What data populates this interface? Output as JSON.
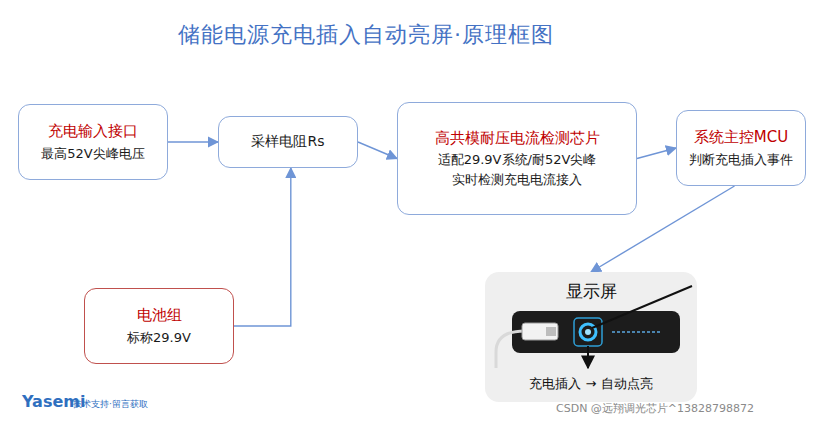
{
  "diagram": {
    "title": "储能电源充电插入自动亮屏·原理框图",
    "nodes": [
      {
        "text": [
          "充电输入接口",
          "最高52V尖峰电压"
        ]
      },
      {
        "text": [
          "采样电阻Rs"
        ]
      },
      {
        "text": [
          "高共模耐压电流检测芯片",
          "适配29.9V系统/耐52V尖峰",
          "实时检测充电电流接入"
        ]
      },
      {
        "text": [
          "系统主控MCU",
          "判断充电插入事件"
        ]
      },
      {
        "text": [
          "电池组",
          "标称29.9V"
        ]
      },
      {
        "text": [
          "显示屏",
          "充电插入 → 自动点亮"
        ]
      }
    ],
    "edges": [
      {
        "from": 0,
        "to": 1,
        "arrow": "to"
      },
      {
        "from": 1,
        "to": 2,
        "arrow": "to"
      },
      {
        "from": 2,
        "to": 3,
        "arrow": "to"
      },
      {
        "from": 4,
        "to": 1,
        "arrow": "to"
      },
      {
        "from": 3,
        "to": 5,
        "arrow": "to"
      }
    ],
    "labels": [
      "Yasemi",
      "技术支持·留言获取",
      "CSDN @远翔调光芯片^13828798872"
    ]
  }
}
